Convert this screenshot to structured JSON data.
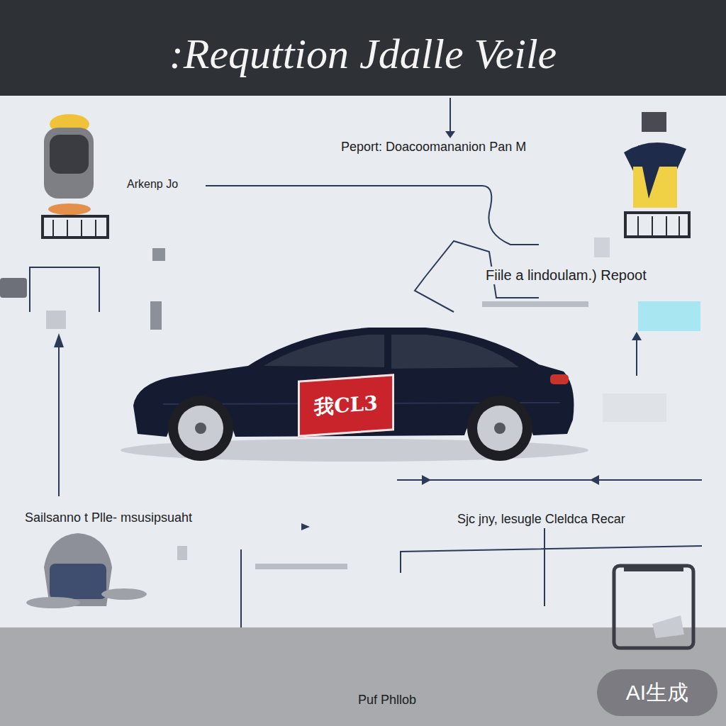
{
  "diagram": {
    "title": ":Requttion Jdalle Veile",
    "caption": "Puf Phllob",
    "nodes": [
      {
        "text": [
          "我CL3"
        ]
      }
    ],
    "labels": [
      "Peport: Doacoomananion Pan M",
      "Arkenp Jo",
      "Fiile a lindoulam.) Repoot",
      "Sailsanno t Plle- msusipsuaht",
      "Sjc jny, lesugle Cleldca Recar",
      "AI生成"
    ]
  }
}
